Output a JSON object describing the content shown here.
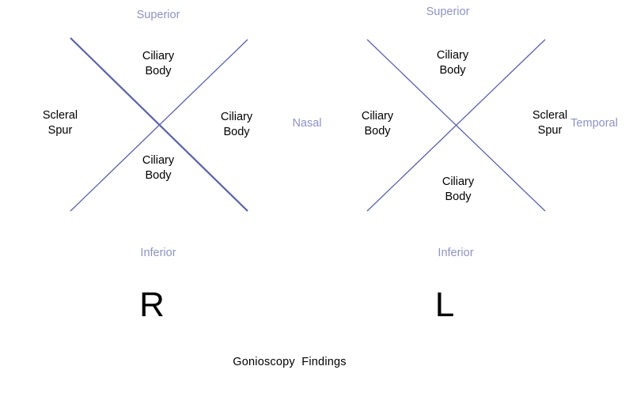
{
  "colors": {
    "direction_label": "#8c93c4",
    "line": "#5a62a8",
    "text": "#000000"
  },
  "right_eye": {
    "superior": "Superior",
    "inferior": "Inferior",
    "nasal": "Nasal",
    "top": [
      "Ciliary",
      "Body"
    ],
    "left": [
      "Scleral",
      "Spur"
    ],
    "right": [
      "Ciliary",
      "Body"
    ],
    "bottom": [
      "Ciliary",
      "Body"
    ],
    "eye_letter": "R"
  },
  "left_eye": {
    "superior": "Superior",
    "inferior": "Inferior",
    "temporal": "Temporal",
    "top": [
      "Ciliary",
      "Body"
    ],
    "left": [
      "Ciliary",
      "Body"
    ],
    "right": [
      "Scleral",
      "Spur"
    ],
    "bottom": [
      "Ciliary",
      "Body"
    ],
    "eye_letter": "L"
  },
  "caption": "Gonioscopy  Findings"
}
